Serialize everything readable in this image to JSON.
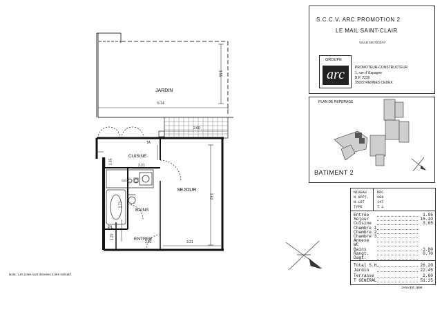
{
  "title_block": {
    "line1": "S.C.C.V.  ARC PROMOTION 2",
    "line2": "LE MAIL SAINT-CLAIR",
    "line3": "VILLE DE NOZAY",
    "groupe_label": "GROUPE",
    "logo_text": "arc",
    "promoter": {
      "role": "PROMOTEUR-CONSTRUCTEUR",
      "address1": "1, rue d' Espagne",
      "address2": "B.P. 2239",
      "address3": "35022 RENNES CEDEX"
    }
  },
  "locator": {
    "heading": "PLAN DE REPERAGE",
    "building": "BATIMENT 2"
  },
  "details": [
    {
      "label": "NIVEAU",
      "value": "RDC"
    },
    {
      "label": "N APPT.",
      "value": "009"
    },
    {
      "label": "N LOT",
      "value": "147"
    },
    {
      "label": "TYPE",
      "value": "T 1"
    }
  ],
  "rooms": [
    {
      "label": "Entrée",
      "value": "1.95"
    },
    {
      "label": "Séjour",
      "value": "16.10"
    },
    {
      "label": "Cuisine",
      "value": "3.65"
    },
    {
      "label": "Chambre 1",
      "value": ""
    },
    {
      "label": "Chambre 2",
      "value": ""
    },
    {
      "label": "Chambre 3",
      "value": ""
    },
    {
      "label": "Annexe",
      "value": ""
    },
    {
      "label": "WC",
      "value": ""
    },
    {
      "label": "Bains",
      "value": "3.80"
    },
    {
      "label": "Rangt.",
      "value": "0.70"
    },
    {
      "label": "Dagt.",
      "value": ""
    }
  ],
  "totals": [
    {
      "label": "Total S.H.",
      "value": "26.20"
    },
    {
      "label": "Jardin",
      "value": "22.45"
    },
    {
      "label": "Terrasse",
      "value": "2.60"
    },
    {
      "label": "T GENERAL",
      "value": "51.25"
    }
  ],
  "plan": {
    "jardin": "JARDIN",
    "cuisine": "CUISINE",
    "sejour": "SEJOUR",
    "bains": "BAINS",
    "entree": "ENTREE",
    "pl": "PL",
    "sdc": "S.D.C.",
    "dims": {
      "d_355": "3.55",
      "d_614": "6.14",
      "d_260": "2.60",
      "d_362": "3.62",
      "d_221a": "2.21",
      "d_221b": "2.21",
      "d_321": "3.21",
      "d_135": "1.35",
      "d_171": "1.71",
      "d_120": "1.20"
    },
    "marks": {
      "ta": "TA"
    }
  },
  "note": "Nota : Les cotes sont données à titre indicatif.",
  "date": "JANVIER 1998"
}
